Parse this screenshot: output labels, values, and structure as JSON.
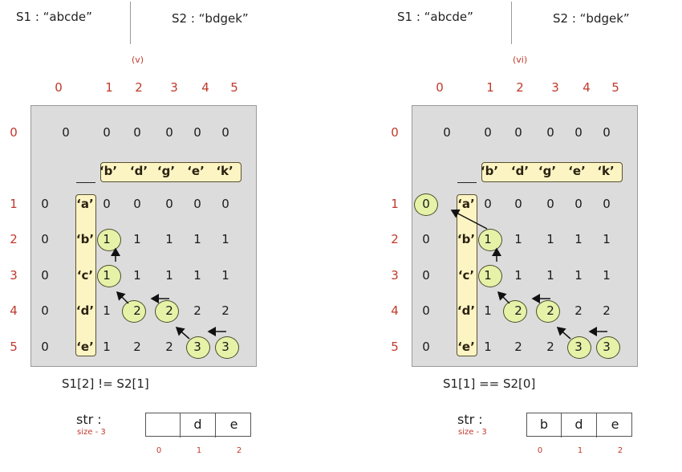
{
  "panels": [
    {
      "s1_label": "S1 : “abcde”",
      "s2_label": "S2 : “bdgek”",
      "step": "(v)",
      "col_idx": [
        "0",
        "1",
        "2",
        "3",
        "4",
        "5"
      ],
      "row_idx": [
        "0",
        "1",
        "2",
        "3",
        "4",
        "5"
      ],
      "s2_chars": [
        "‘b’",
        "‘d’",
        "‘g’",
        "‘e’",
        "‘k’"
      ],
      "s1_chars": [
        "‘a’",
        "‘b’",
        "‘c’",
        "‘d’",
        "‘e’"
      ],
      "row0": [
        "0",
        "0",
        "0",
        "0",
        "0",
        "0"
      ],
      "rows": [
        [
          "0",
          "0",
          "0",
          "0",
          "0",
          "0"
        ],
        [
          "0",
          "1",
          "1",
          "1",
          "1",
          "1"
        ],
        [
          "0",
          "1",
          "1",
          "1",
          "1",
          "1"
        ],
        [
          "0",
          "1",
          "2",
          "2",
          "2",
          "2"
        ],
        [
          "0",
          "1",
          "2",
          "2",
          "3",
          "3"
        ]
      ],
      "comparison": "S1[2] != S2[1]",
      "str_label": "str :",
      "size_label": "size - 3",
      "str_cells": [
        "",
        "d",
        "e"
      ],
      "str_idx": [
        "0",
        "1",
        "2"
      ]
    },
    {
      "s1_label": "S1 : “abcde”",
      "s2_label": "S2 : “bdgek”",
      "step": "(vi)",
      "col_idx": [
        "0",
        "1",
        "2",
        "3",
        "4",
        "5"
      ],
      "row_idx": [
        "0",
        "1",
        "2",
        "3",
        "4",
        "5"
      ],
      "s2_chars": [
        "‘b’",
        "‘d’",
        "‘g’",
        "‘e’",
        "‘k’"
      ],
      "s1_chars": [
        "‘a’",
        "‘b’",
        "‘c’",
        "‘d’",
        "‘e’"
      ],
      "row0": [
        "0",
        "0",
        "0",
        "0",
        "0",
        "0"
      ],
      "rows": [
        [
          "0",
          "0",
          "0",
          "0",
          "0",
          "0"
        ],
        [
          "0",
          "1",
          "1",
          "1",
          "1",
          "1"
        ],
        [
          "0",
          "1",
          "1",
          "1",
          "1",
          "1"
        ],
        [
          "0",
          "1",
          "2",
          "2",
          "2",
          "2"
        ],
        [
          "0",
          "1",
          "2",
          "2",
          "3",
          "3"
        ]
      ],
      "comparison": "S1[1] == S2[0]",
      "str_label": "str :",
      "size_label": "size - 3",
      "str_cells": [
        "b",
        "d",
        "e"
      ],
      "str_idx": [
        "0",
        "1",
        "2"
      ]
    }
  ],
  "colors": {
    "index_red": "#c0392b",
    "matrix_gray": "#dcdcdc",
    "char_yellow": "#fdf4c4",
    "circle_green": "#e6f2a8"
  }
}
